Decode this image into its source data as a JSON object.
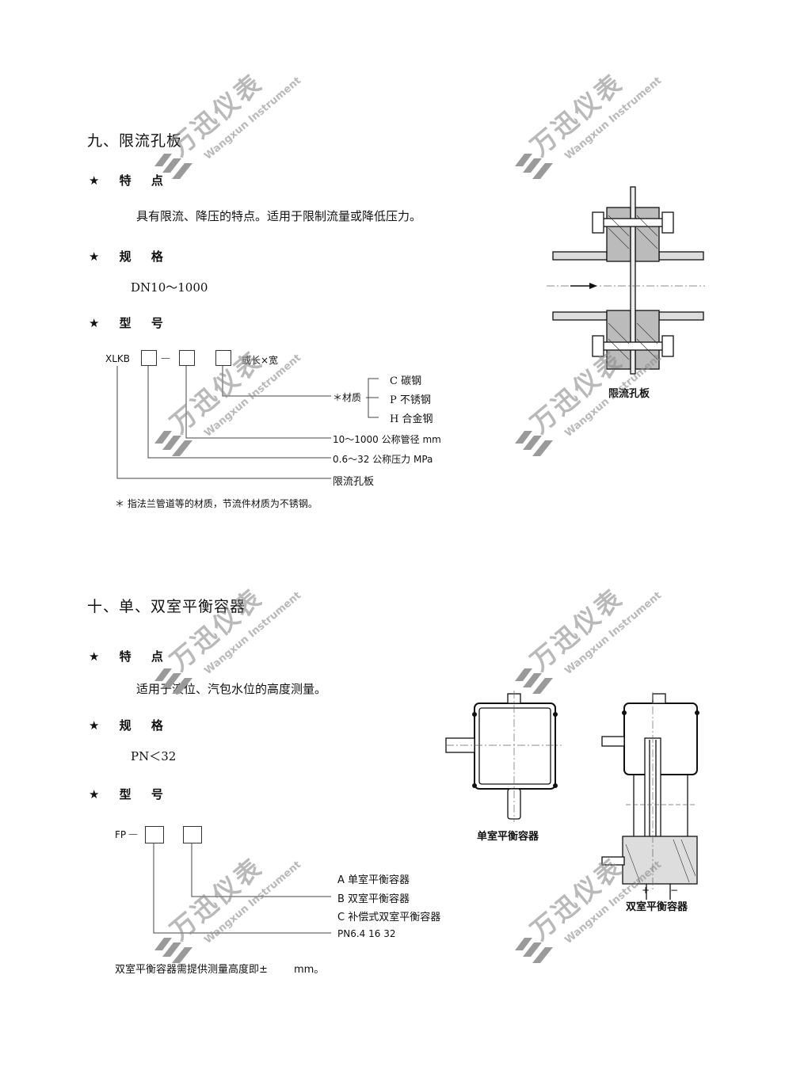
{
  "section1": {
    "title": "九、限流孔板",
    "features_heading": "★ 特 点",
    "features_text": "具有限流、降压的特点。适用于限制流量或降低压力。",
    "spec_heading": "★ 规 格",
    "spec_text": "DN10～1000",
    "model_heading": "★ 型 号",
    "model_prefix": "XLKB",
    "model_dash": "—",
    "model_suffix": "或长×宽",
    "material_label": "＊材质",
    "materials": [
      "C 碳钢",
      "P 不锈钢",
      "H 合金钢"
    ],
    "line_diameter": "10～1000 公称管径 mm",
    "line_pressure": "0.6～32 公称压力 MPa",
    "line_name": "限流孔板",
    "note": "＊ 指法兰管道等的材质，节流件材质为不锈钢。",
    "figure_caption": "限流孔板"
  },
  "section2": {
    "title": "十、单、双室平衡容器",
    "features_heading": "★ 特 点",
    "features_text": "适用于液位、汽包水位的高度测量。",
    "spec_heading": "★ 规 格",
    "spec_text": "PN＜32",
    "model_heading": "★ 型 号",
    "model_prefix": "FP",
    "model_dash": "—",
    "type_a": "A 单室平衡容器",
    "type_b": "B 双室平衡容器",
    "type_c": "C 补偿式双室平衡容器",
    "pn_line": "PN6.4 16 32",
    "note": "双室平衡容器需提供测量高度即±        mm。",
    "caption_single": "单室平衡容器",
    "caption_double": "双室平衡容器",
    "plus_sign": "+",
    "minus_sign": "−"
  },
  "watermark": {
    "brand_cn": "万迅仪表",
    "brand_en": "Wangxun Instrument",
    "color": "#8c8c8c"
  }
}
